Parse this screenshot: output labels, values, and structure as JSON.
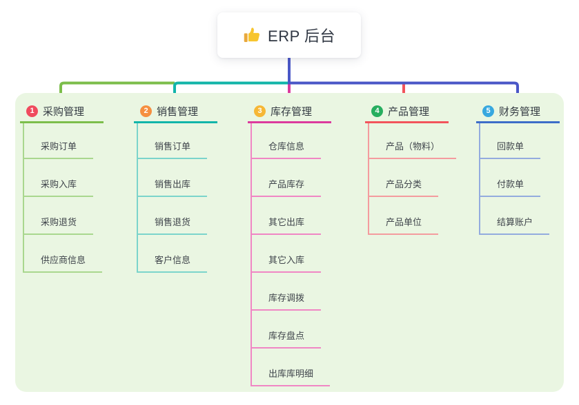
{
  "root": {
    "title": "ERP 后台",
    "icon": "thumbs-up-icon"
  },
  "branches": [
    {
      "badge": "1",
      "label": "采购管理",
      "badge_color": "#f04b5e",
      "line_color": "#7cbe4b",
      "sub_line_color": "#a9d78e",
      "items": [
        "采购订单",
        "采购入库",
        "采购退货",
        "供应商信息"
      ]
    },
    {
      "badge": "2",
      "label": "销售管理",
      "badge_color": "#f68f40",
      "line_color": "#12b5a9",
      "sub_line_color": "#7bd4cb",
      "items": [
        "销售订单",
        "销售出库",
        "销售退货",
        "客户信息"
      ]
    },
    {
      "badge": "3",
      "label": "库存管理",
      "badge_color": "#f6b735",
      "line_color": "#dc3a9d",
      "sub_line_color": "#f086c4",
      "items": [
        "仓库信息",
        "产品库存",
        "其它出库",
        "其它入库",
        "库存调拨",
        "库存盘点",
        "出库库明细"
      ]
    },
    {
      "badge": "4",
      "label": "产品管理",
      "badge_color": "#27ae5f",
      "line_color": "#f2545b",
      "sub_line_color": "#f49b9e",
      "items": [
        "产品（物料）",
        "产品分类",
        "产品单位"
      ]
    },
    {
      "badge": "5",
      "label": "财务管理",
      "badge_color": "#38a8df",
      "line_color": "#3d6dc8",
      "sub_line_color": "#93abde",
      "items": [
        "回款单",
        "付款单",
        "结算账户"
      ]
    }
  ],
  "colors": {
    "connector_blue": "#4a57c7",
    "panel_bg": "#eaf6e2",
    "thumb_hand": "#f7c52f",
    "thumb_sleeve": "#e9a93d"
  }
}
